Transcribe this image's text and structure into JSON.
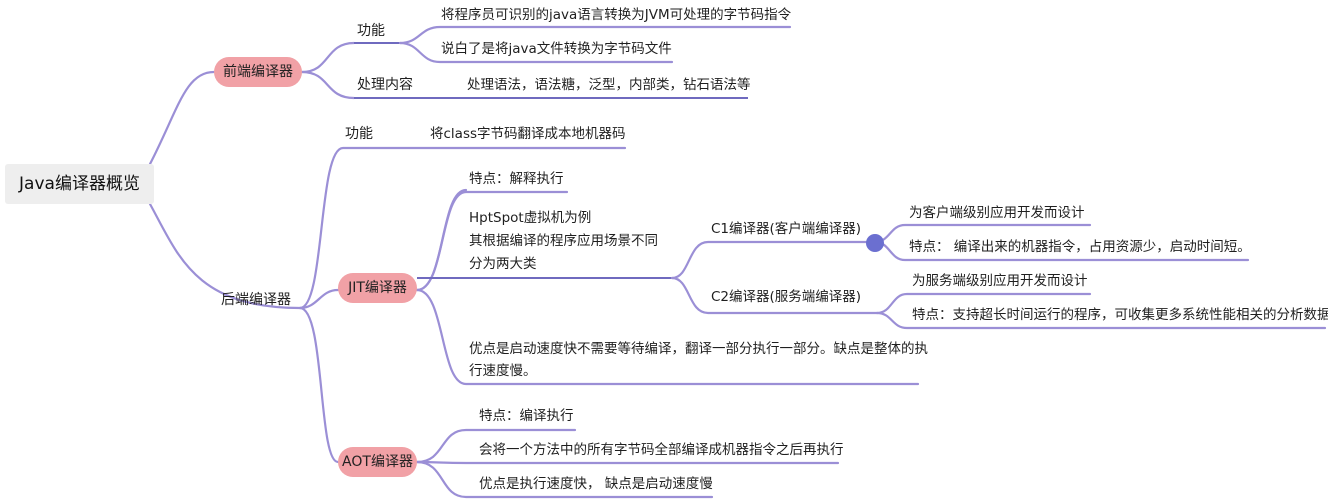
{
  "root": "Java编译器概览",
  "frontend": {
    "label": "前端编译器",
    "function_label": "功能",
    "function_items": [
      "将程序员可识别的java语言转换为JVM可处理的字节码指令",
      "说白了是将java文件转换为字节码文件"
    ],
    "content_label": "处理内容",
    "content_text": "处理语法，语法糖，泛型，内部类，钻石语法等"
  },
  "backend": {
    "label": "后端编译器",
    "function_label": "功能",
    "function_text": "将class字节码翻译成本地机器码",
    "jit": {
      "label": "JIT编译器",
      "feature": "特点：解释执行",
      "hotspot_lines": [
        "HptSpot虚拟机为例",
        "其根据编译的程序应用场景不同",
        "分为两大类"
      ],
      "c1": {
        "label": "C1编译器(客户端编译器)",
        "items": [
          "为客户端级别应用开发而设计",
          "特点：  编译出来的机器指令，占用资源少，启动时间短。"
        ]
      },
      "c2": {
        "label": "C2编译器(服务端编译器)",
        "items": [
          "为服务端级别应用开发而设计",
          "特点：支持超长时间运行的程序，可收集更多系统性能相关的分析数据"
        ]
      },
      "pros_lines": [
        "优点是启动速度快不需要等待编译，翻译一部分执行一部分。缺点是整体的执",
        "行速度慢。"
      ]
    },
    "aot": {
      "label": "AOT编译器",
      "items": [
        "特点：编译执行",
        "会将一个方法中的所有字节码全部编译成机器指令之后再执行",
        "优点是执行速度快， 缺点是启动速度慢"
      ]
    }
  }
}
